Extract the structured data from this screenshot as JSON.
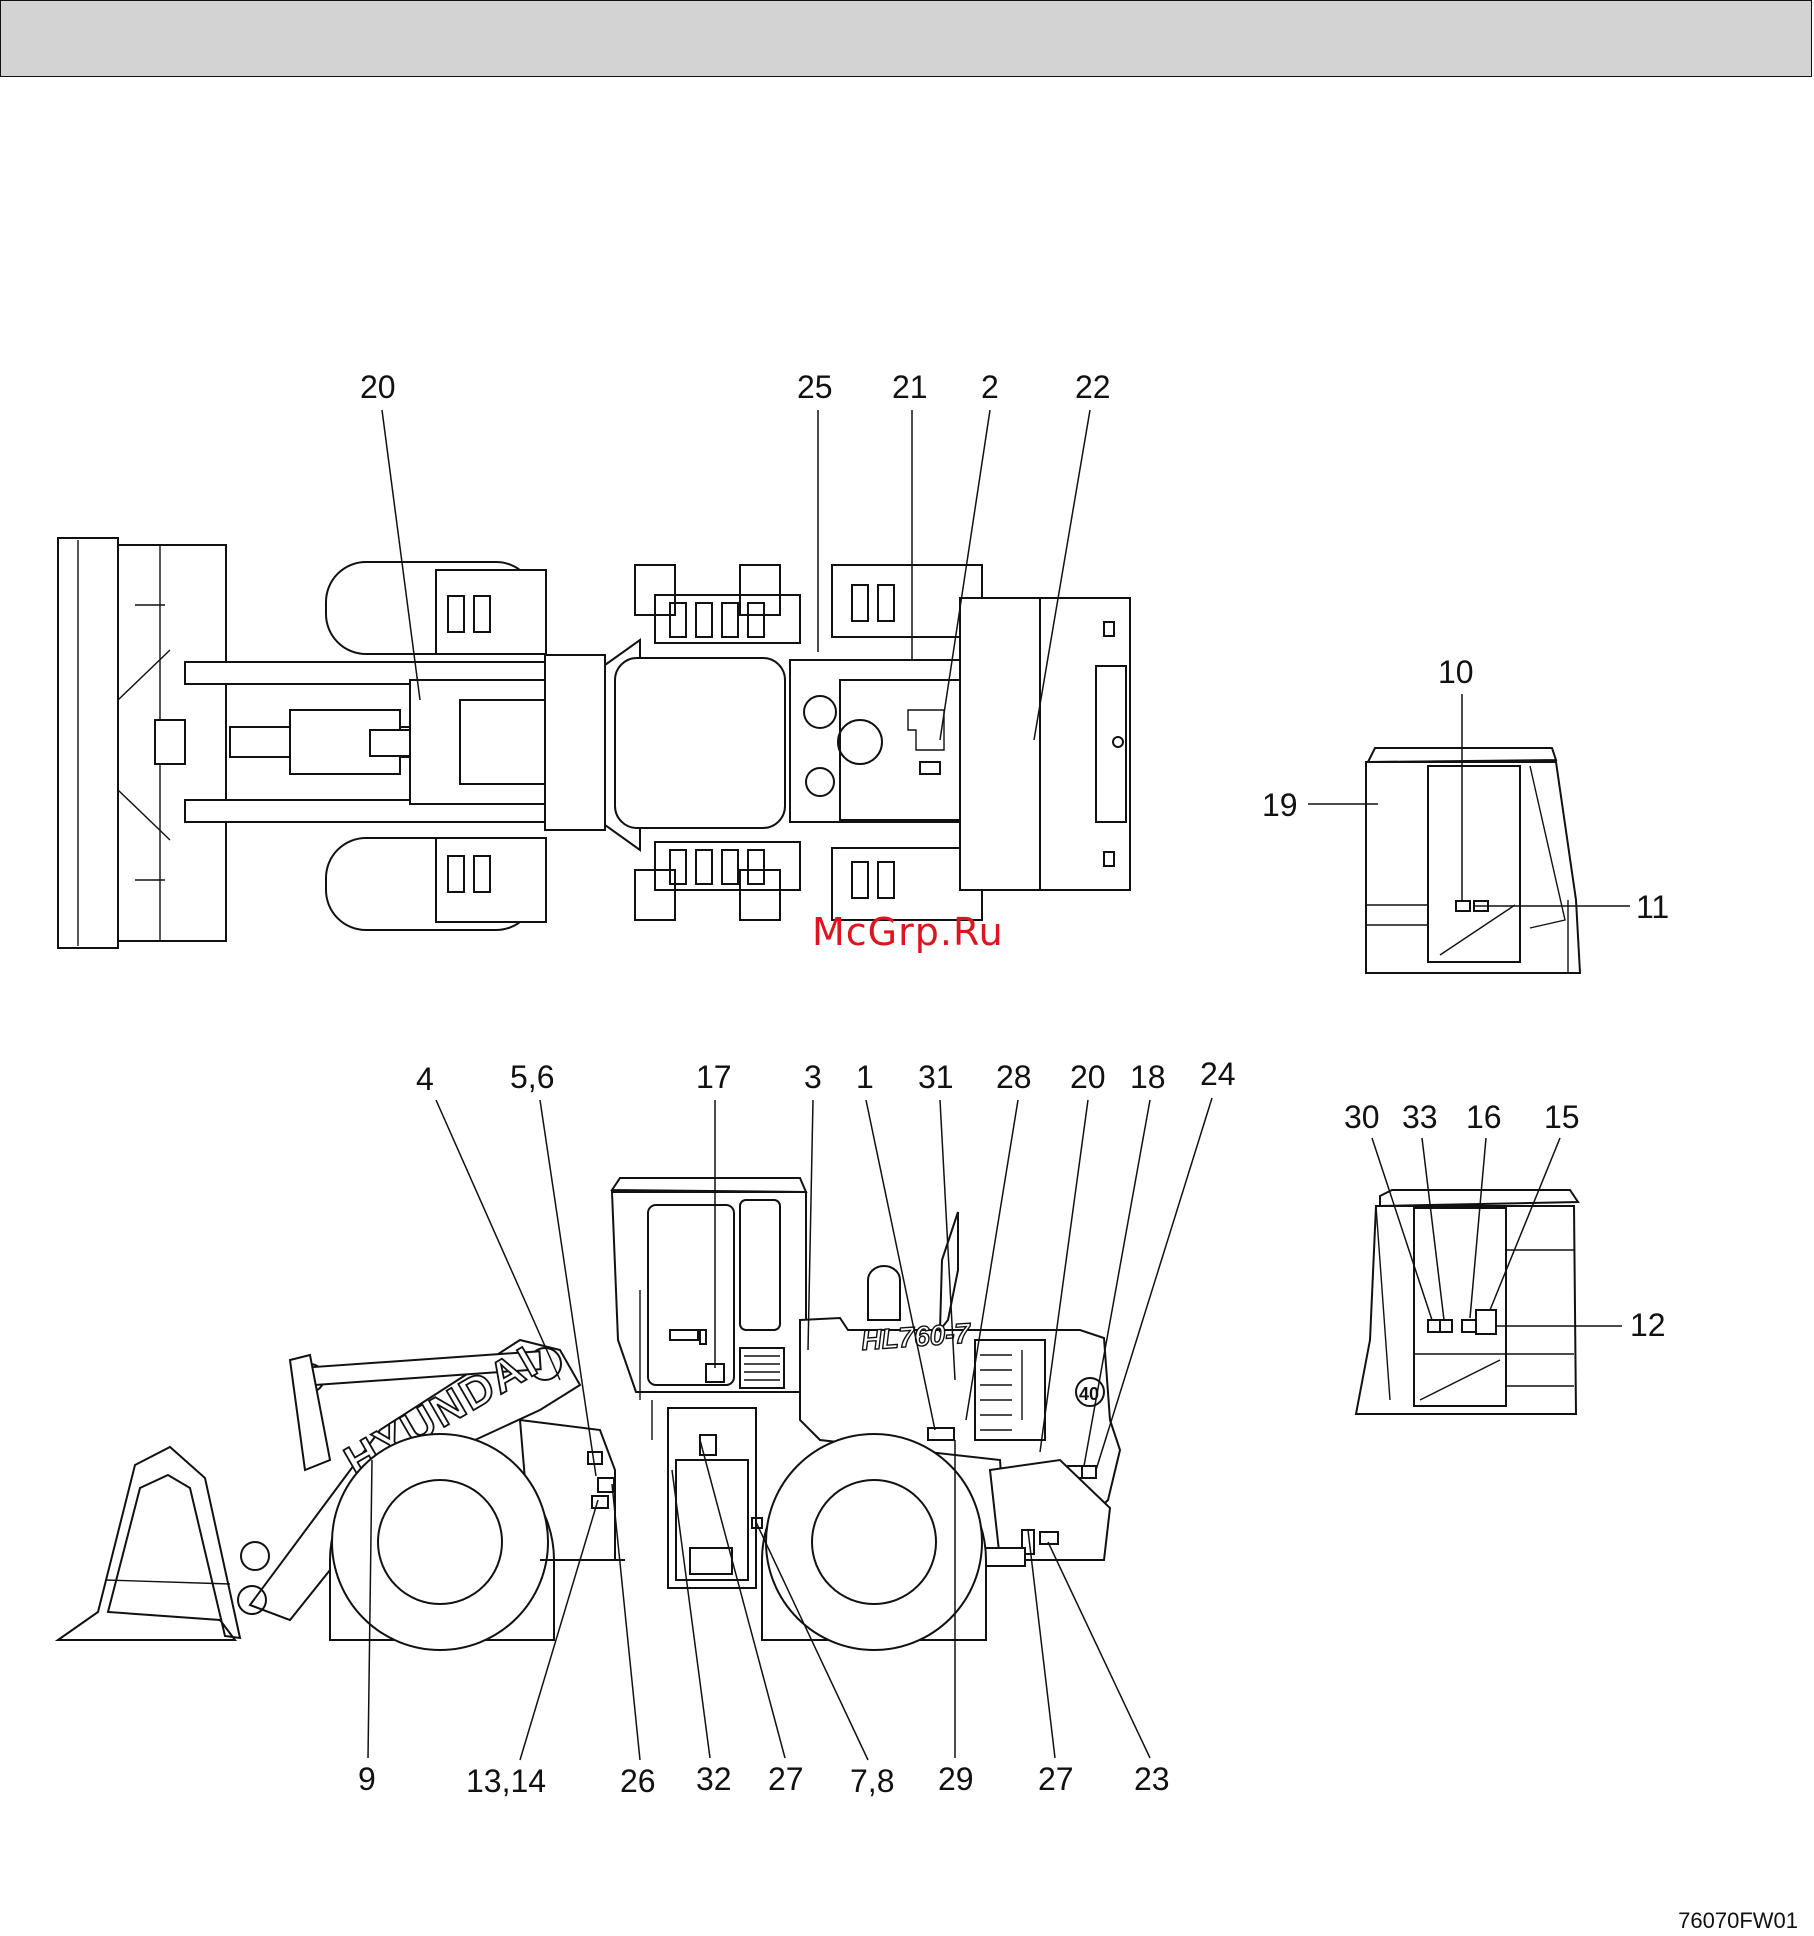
{
  "header": {
    "title": ""
  },
  "watermark": "McGrp.Ru",
  "drawing_number": "76070FW01",
  "colors": {
    "line": "#111111",
    "header_fill": "#d3d3d3",
    "watermark": "#e0141e"
  },
  "views": {
    "top_view": {
      "callouts": [
        "20",
        "25",
        "21",
        "2",
        "22"
      ]
    },
    "cab_side_view": {
      "callouts": [
        "10",
        "19",
        "11"
      ]
    },
    "side_view": {
      "callouts_top": [
        "4",
        "5,6",
        "17",
        "3",
        "1",
        "31",
        "28",
        "20",
        "18",
        "24"
      ],
      "callouts_bottom": [
        "9",
        "13,14",
        "26",
        "32",
        "27",
        "7,8",
        "29",
        "27",
        "23"
      ],
      "logo_text": "HYUNDAI",
      "model_text": "HL760-7",
      "badge_text": "40"
    },
    "cab_rear_view": {
      "callouts": [
        "30",
        "33",
        "16",
        "15",
        "12"
      ]
    }
  }
}
